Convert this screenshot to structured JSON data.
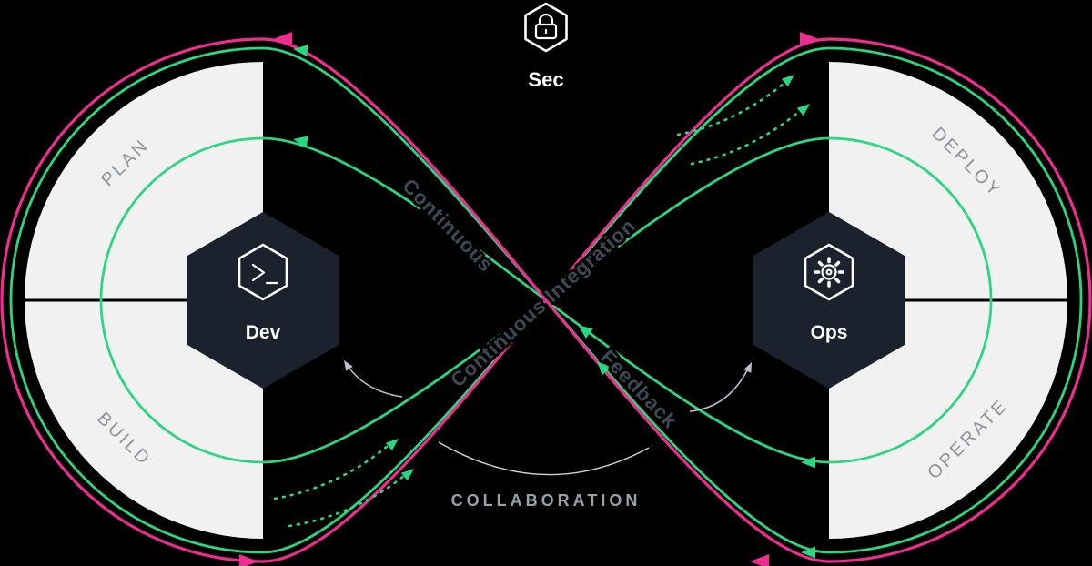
{
  "diagram": {
    "sec": {
      "label": "Sec",
      "icon": "hexagon-lock-icon"
    },
    "left_loop": {
      "segments": {
        "top": "PLAN",
        "bottom": "BUILD"
      },
      "node": {
        "label": "Dev",
        "icon": "terminal-icon"
      }
    },
    "right_loop": {
      "segments": {
        "top": "DEPLOY",
        "bottom": "OPERATE"
      },
      "node": {
        "label": "Ops",
        "icon": "gear-icon"
      }
    },
    "flows": {
      "upper_diagonal": "Continuous",
      "center_diagonal": "Continuous Integration",
      "lower_diagonal": "Feedback",
      "bottom": "COLLABORATION"
    },
    "colors": {
      "background": "#000000",
      "outer_loop": "#ee2d8f",
      "inner_loop": "#2bd680",
      "surface": "#f1f1f1",
      "node_fill": "#1b222e",
      "label_gray": "#8f949c",
      "flow_text": "#3d4854"
    }
  }
}
